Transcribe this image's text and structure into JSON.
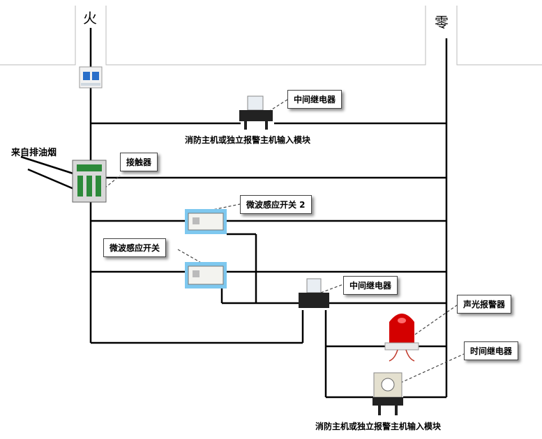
{
  "labels": {
    "live": "火",
    "neutral": "零",
    "relay_top": "中间继电器",
    "fire_module_top": "消防主机或独立报警主机输入模块",
    "source": "来自排油烟",
    "contactor": "接触器",
    "microwave_switch_2": "微波感应开关 2",
    "microwave_switch": "微波感应开关",
    "relay_bottom": "中间继电器",
    "alarm": "声光报警器",
    "time_relay": "时间继电器",
    "fire_module_bottom": "消防主机或独立报警主机输入模块"
  },
  "colors": {
    "wire": "#000000",
    "alarm_red": "#d40000",
    "breaker_blue": "#2a6fc9",
    "contactor_green": "#2d8a3a",
    "sensor_bg": "#7ec8ef"
  }
}
